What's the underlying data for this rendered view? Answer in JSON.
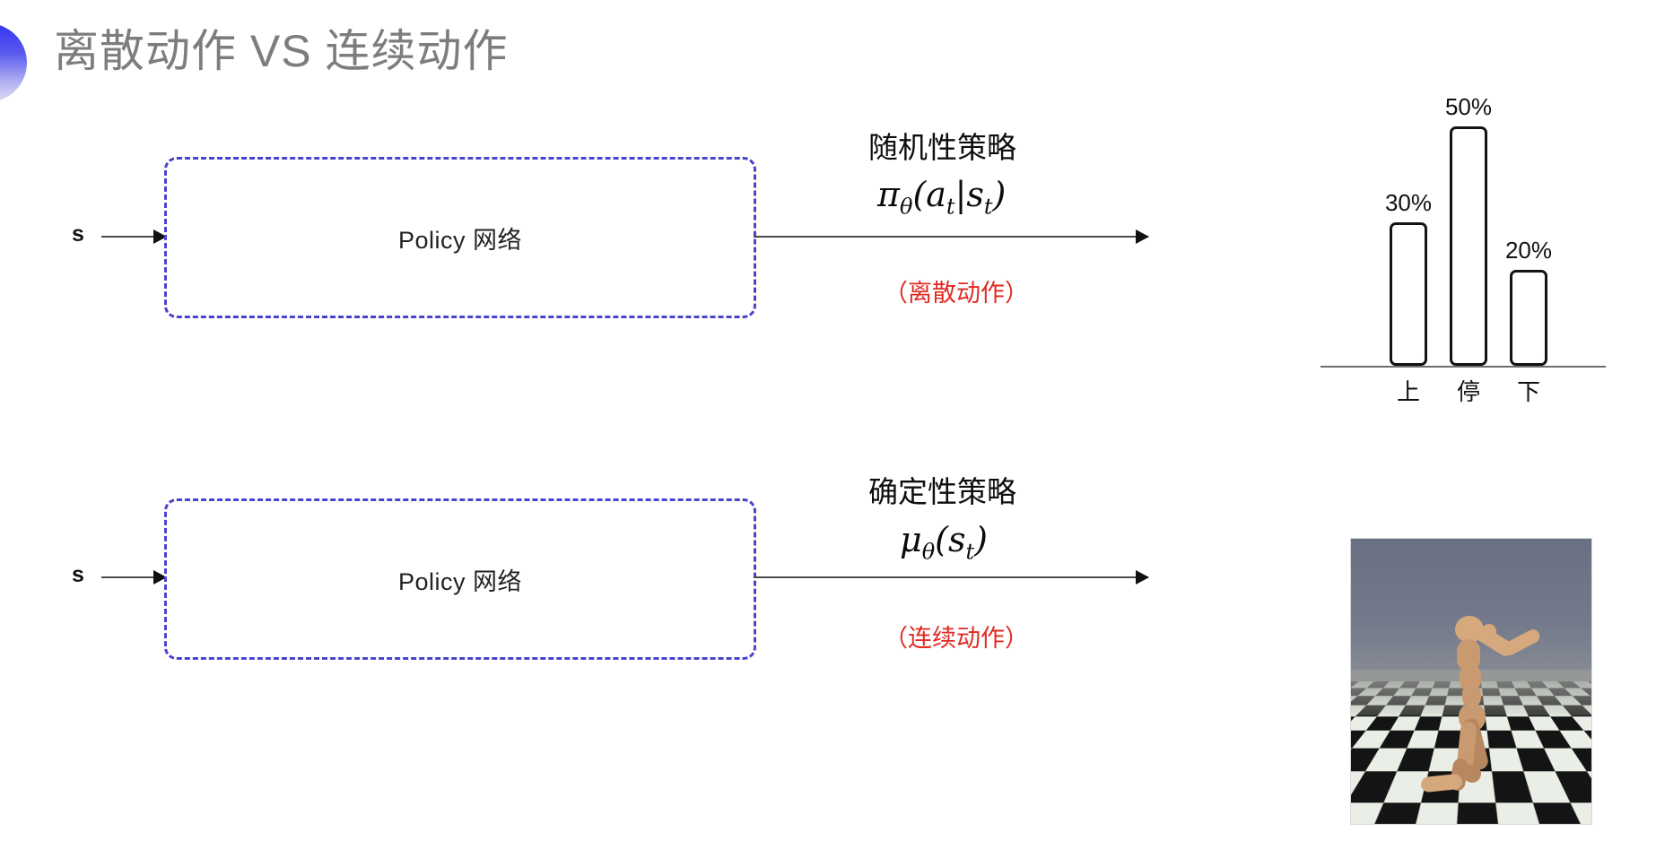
{
  "slide": {
    "title": "离散动作 VS 连续动作",
    "accent_color": "#3333ef",
    "background": "#ffffff"
  },
  "rows": [
    {
      "id": "discrete",
      "input_label": "s",
      "box_label_en": "Policy ",
      "box_label_zh": "网络",
      "policy_title": "随机性策略",
      "formula_parts": {
        "head": "π",
        "head_sub": "θ",
        "body": "(a",
        "body_sub": "t",
        "mid": "|s",
        "mid_sub": "t",
        "tail": ")"
      },
      "note": "（离散动作）",
      "note_color": "#e02a22"
    },
    {
      "id": "continuous",
      "input_label": "s",
      "box_label_en": "Policy ",
      "box_label_zh": "网络",
      "policy_title": "确定性策略",
      "formula_parts": {
        "head": "μ",
        "head_sub": "θ",
        "body": "(s",
        "body_sub": "t",
        "mid": "",
        "mid_sub": "",
        "tail": ")"
      },
      "note": "（连续动作）",
      "note_color": "#e02a22"
    }
  ],
  "chart_data": {
    "type": "bar",
    "title": "",
    "xlabel": "",
    "ylabel": "",
    "categories": [
      "上",
      "停",
      "下"
    ],
    "values": [
      30,
      50,
      20
    ],
    "value_labels": [
      "30%",
      "50%",
      "20%"
    ],
    "ylim": [
      0,
      60
    ],
    "grid": false,
    "legend": "none",
    "bar_fill": "#ffffff",
    "bar_stroke": "#131313",
    "axis_color": "#6e6e6e"
  },
  "simulation": {
    "caption": "",
    "sky_color": "#6b7183",
    "floor_light": "#e9efe6",
    "floor_dark": "#141414",
    "body_color": "#c99a70"
  }
}
